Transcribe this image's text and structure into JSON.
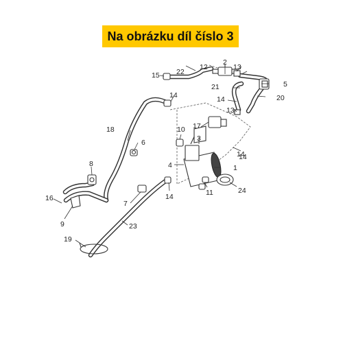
{
  "banner": {
    "text": "Na obrázku díl číslo 3",
    "background": "#FFC800"
  },
  "callouts": [
    "1",
    "2",
    "3",
    "4",
    "5",
    "6",
    "7",
    "8",
    "9",
    "10",
    "11",
    "12",
    "13",
    "13",
    "14",
    "14",
    "14",
    "14",
    "14",
    "15",
    "16",
    "17",
    "19",
    "18",
    "20",
    "21",
    "22",
    "23",
    "24"
  ]
}
